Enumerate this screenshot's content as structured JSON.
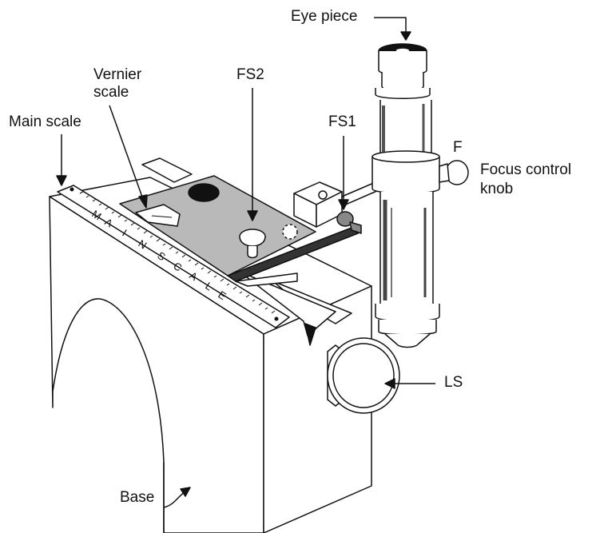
{
  "labels": {
    "eye_piece": "Eye piece",
    "vernier_scale_line1": "Vernier",
    "vernier_scale_line2": "scale",
    "fs2": "FS2",
    "main_scale": "Main scale",
    "fs1": "FS1",
    "f": "F",
    "focus_control_knob_line1": "Focus control",
    "focus_control_knob_line2": "knob",
    "ls": "LS",
    "base": "Base"
  },
  "main_scale_lettering": [
    "M",
    "A",
    "I",
    "N",
    "S",
    "C",
    "A",
    "L",
    "E"
  ],
  "colors": {
    "ink": "#111111",
    "carriage_plate": "#b9b9b9",
    "rail_dark": "#333333",
    "white": "#ffffff"
  }
}
